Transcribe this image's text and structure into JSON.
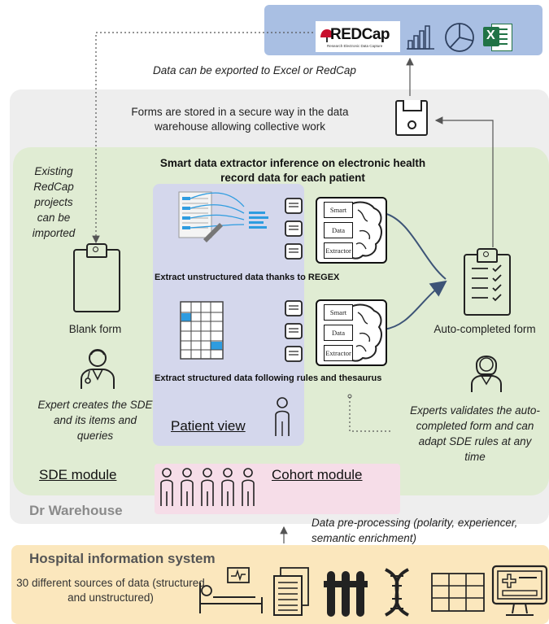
{
  "top_bar": {
    "redcap_logo_text": "REDCap",
    "redcap_logo_subtext": "Research Electronic Data Capture",
    "export_caption": "Data can be exported to Excel or RedCap",
    "excel_letter": "X"
  },
  "dr_warehouse": {
    "title": "Dr Warehouse",
    "forms_stored_text": "Forms are stored in a secure way in the data warehouse allowing collective work"
  },
  "sde_module": {
    "title": "SDE module",
    "existing_projects_text": "Existing RedCap projects can be imported",
    "blank_form_label": "Blank form",
    "expert_creates_text": "Expert creates the SDE and its items and queries",
    "auto_completed_label": "Auto-completed form",
    "experts_validate_text": "Experts validates the auto-completed form and can adapt SDE rules at any time",
    "extractor_heading": "Smart data extractor inference on electronic health record data for each patient"
  },
  "patient_view": {
    "title": "Patient view",
    "unstructured_caption": "Extract unstructured data thanks to REGEX",
    "structured_caption": "Extract structured data following rules and thesaurus",
    "sde_labels": [
      "Smart",
      "Data",
      "Extractor"
    ]
  },
  "cohort_module": {
    "title": "Cohort module"
  },
  "preprocessing_text": "Data pre-processing (polarity, experiencer, semantic enrichment)",
  "hospital": {
    "title": "Hospital information system",
    "sources_text": "30 different sources of data (structured and unstructured)"
  },
  "colors": {
    "redcap_band": "#a9bfe3",
    "warehouse_grey": "#eeeeee",
    "sde_green": "#e0ecd3",
    "patient_lavender": "#d4d7ec",
    "cohort_pink": "#f6dde8",
    "hospital_yellow": "#fbe7bd",
    "arrow_blue": "#3d5477",
    "excel_green": "#217346"
  }
}
